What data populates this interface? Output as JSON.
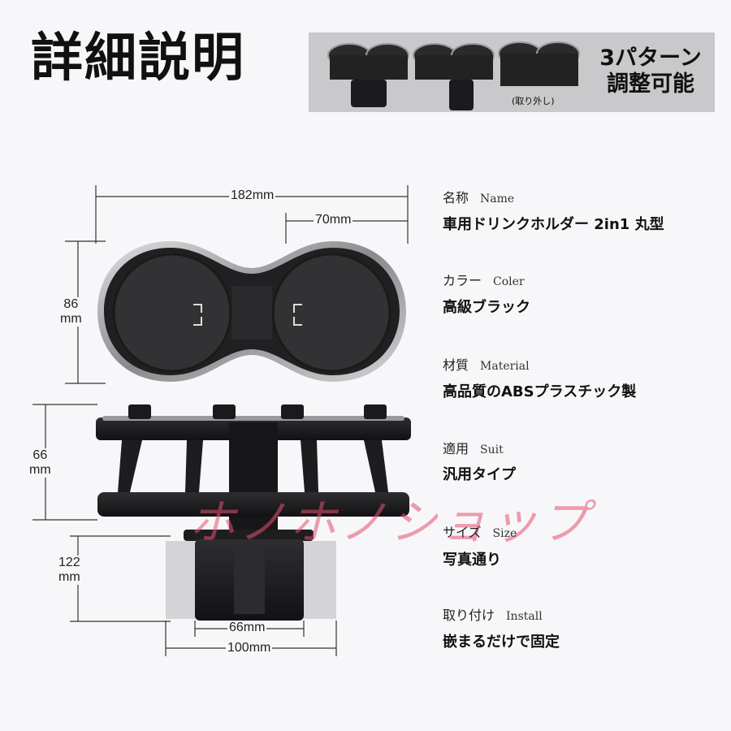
{
  "title": "詳細説明",
  "banner": {
    "main_line1": "3パターン",
    "main_line2": "調整可能",
    "sub_label": "(取り外し)"
  },
  "dimensions": {
    "width_total": "182mm",
    "width_cup": "70mm",
    "depth": "86\nmm",
    "height_holder": "66\nmm",
    "height_base": "122\nmm",
    "base_inner": "66mm",
    "base_outer": "100mm"
  },
  "specs": [
    {
      "jp": "名称",
      "en": "Name",
      "value": "車用ドリンクホルダー 2in1 丸型"
    },
    {
      "jp": "カラー",
      "en": "Coler",
      "value": "高級ブラック"
    },
    {
      "jp": "材質",
      "en": "Material",
      "value": "高品質のABSプラスチック製"
    },
    {
      "jp": "適用",
      "en": "Suit",
      "value": "汎用タイプ"
    },
    {
      "jp": "サイズ",
      "en": "Size",
      "value": "写真通り"
    },
    {
      "jp": "取り付け",
      "en": "Install",
      "value": "嵌まるだけで固定"
    }
  ],
  "watermark": "ホノホノショップ",
  "colors": {
    "product_dark": "#1a1a1c",
    "rim_silver": "#b5b5b8",
    "watermark": "#e6506e"
  }
}
